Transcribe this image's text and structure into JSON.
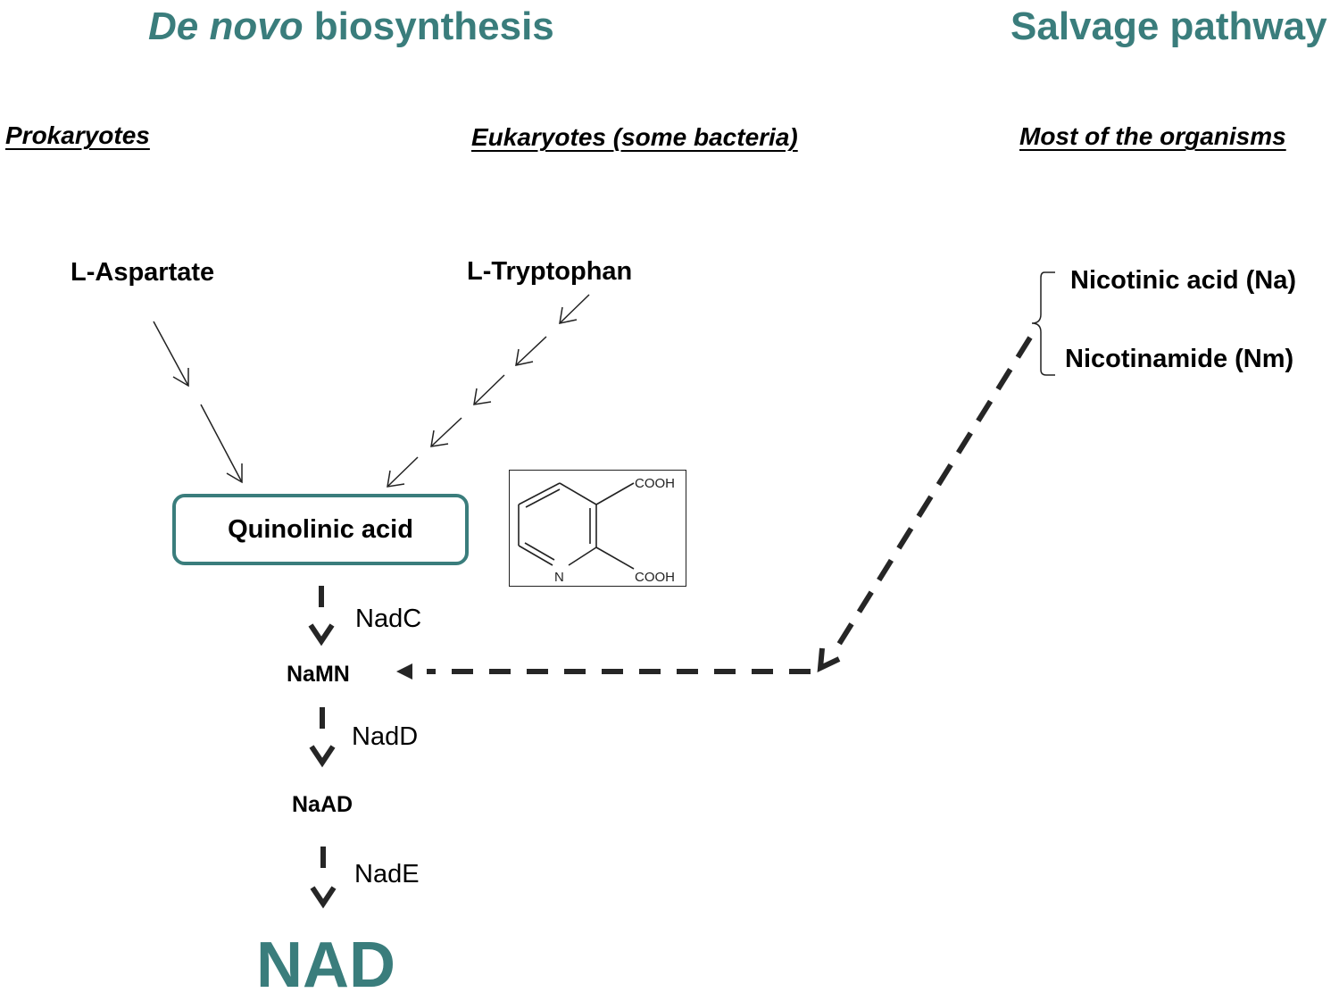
{
  "titles": {
    "de_novo_italic": "De novo",
    "de_novo_rest": " biosynthesis",
    "salvage": "Salvage pathway"
  },
  "subtitles": {
    "prokaryotes": "Prokaryotes",
    "eukaryotes": "Eukaryotes  (some bacteria)",
    "most_organisms": "Most of the organisms"
  },
  "precursors": {
    "aspartate": "L-Aspartate",
    "tryptophan": "L-Tryptophan",
    "nicotinic_acid": "Nicotinic acid (Na)",
    "nicotinamide": "Nicotinamide (Nm)"
  },
  "intermediates": {
    "quinolinic_acid": "Quinolinic acid",
    "namn": "NaMN",
    "naad": "NaAD",
    "nad": "NAD"
  },
  "enzymes": {
    "nadc": "NadC",
    "nadd": "NadD",
    "nade": "NadE"
  },
  "structure": {
    "name": "quinolinic-acid-structure",
    "group_top": "COOH",
    "group_bottom": "COOH",
    "heteroatom": "N"
  },
  "colors": {
    "accent_teal": "#3a7d7c",
    "arrow_dark": "#262626"
  }
}
